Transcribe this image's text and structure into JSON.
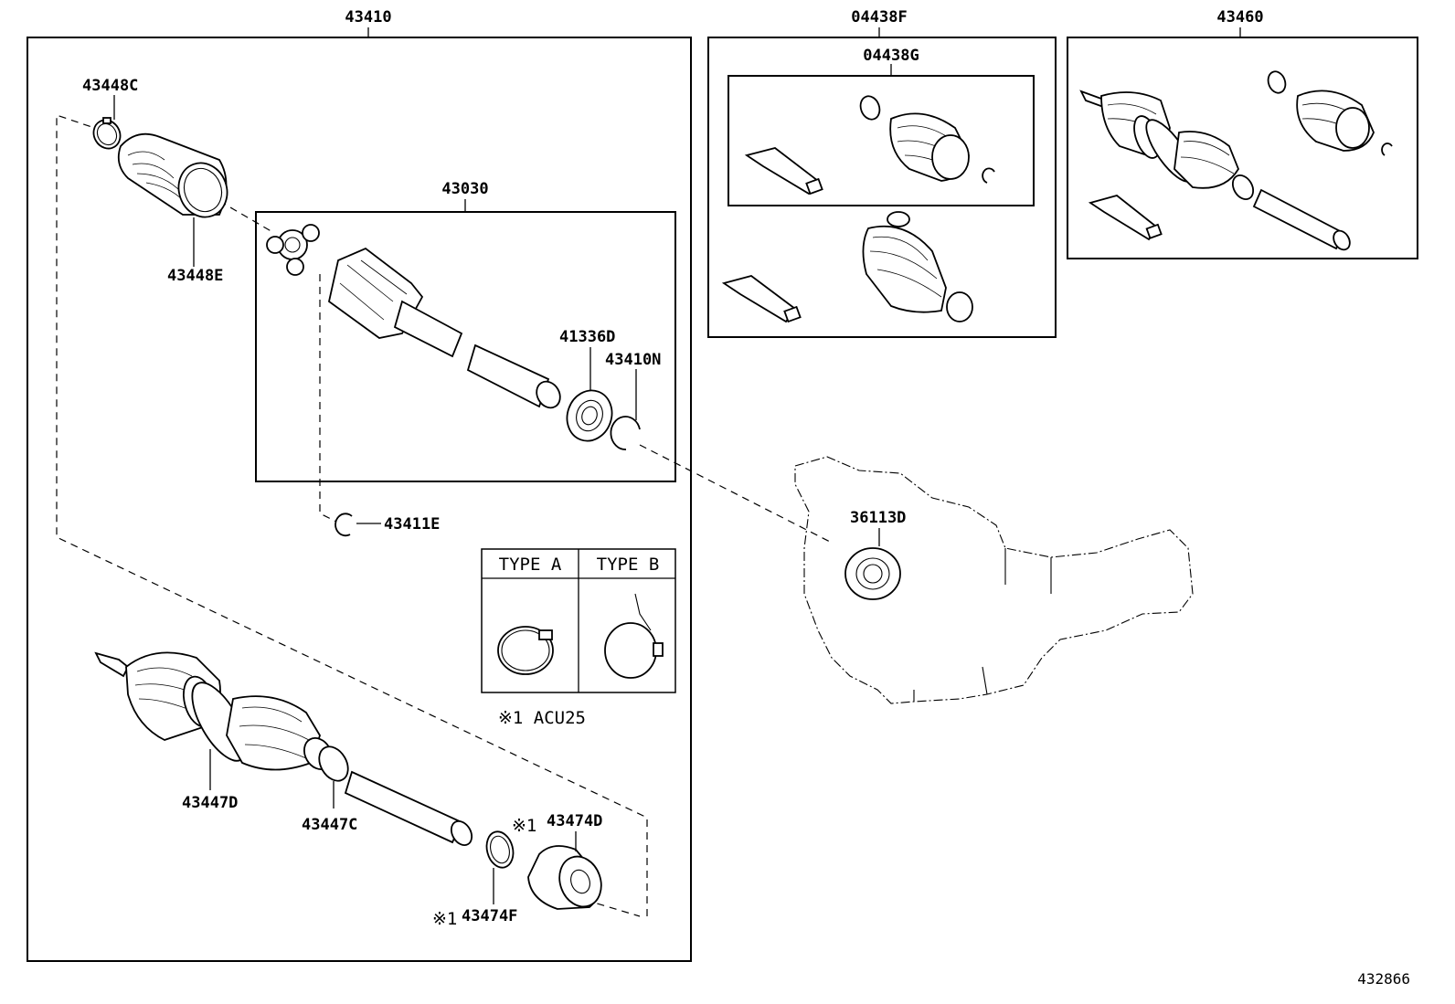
{
  "diagram_id": "432866",
  "groups": {
    "shaft_assembly": "43410",
    "inboard_joint": "43030",
    "boot_kit_outer": "04438F",
    "boot_kit_inner": "04438G",
    "shaft_assembly_right": "43460"
  },
  "parts": {
    "clamp_outer_small": "43448C",
    "boot_outer": "43448E",
    "seal": "41336D",
    "snap_ring": "43410N",
    "circlip_inner": "43411E",
    "boot_inner": "43447D",
    "clamp_inner": "43447C",
    "damper": "43474D",
    "damper_clamp": "43474F",
    "diff_seal": "36113D"
  },
  "footnote_marks": {
    "damper": "※1",
    "damper_clamp": "※1"
  },
  "type_table": {
    "col_a": "TYPE  A",
    "col_b": "TYPE  B"
  },
  "footnote": "※1 ACU25"
}
